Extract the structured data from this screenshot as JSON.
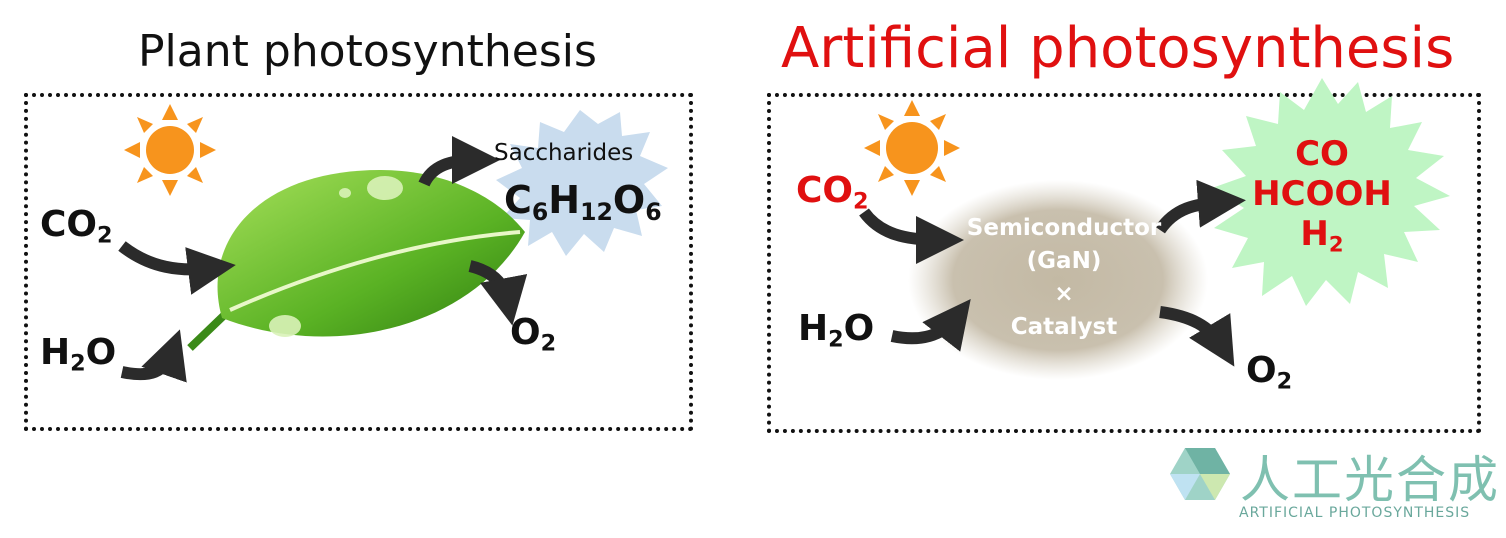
{
  "left_panel": {
    "title": "Plant photosynthesis",
    "inputs": {
      "co2_main": "CO",
      "co2_sub": "2",
      "h2o_h": "H",
      "h2o_sub": "2",
      "h2o_o": "O"
    },
    "product_label": "Saccharides",
    "product_formula": {
      "c": "C",
      "c_sub": "6",
      "h": "H",
      "h_sub": "12",
      "o": "O",
      "o_sub": "6"
    },
    "output": {
      "o2_main": "O",
      "o2_sub": "2"
    }
  },
  "right_panel": {
    "title": "Artificial photosynthesis",
    "inputs": {
      "co2_main": "CO",
      "co2_sub": "2",
      "h2o_h": "H",
      "h2o_sub": "2",
      "h2o_o": "O"
    },
    "reactor": {
      "line1": "Semiconductor",
      "line2": "(GaN)",
      "line3": "×",
      "line4": "Catalyst"
    },
    "products": {
      "line1": "CO",
      "line2": "HCOOH",
      "h2_main": "H",
      "h2_sub": "2"
    },
    "output": {
      "o2_main": "O",
      "o2_sub": "2"
    }
  },
  "logo": {
    "kanji": "人工光合成",
    "caption": "ARTIFICIAL PHOTOSYNTHESIS"
  },
  "colors": {
    "accent_red": "#e01010",
    "sun": "#f7941d",
    "leaf": "#6cbf2a",
    "burst_blue": "#c9dcee",
    "burst_green": "#bff5c4",
    "reactor": "#c9c0ae",
    "logo_teal": "#7fc0b0"
  }
}
